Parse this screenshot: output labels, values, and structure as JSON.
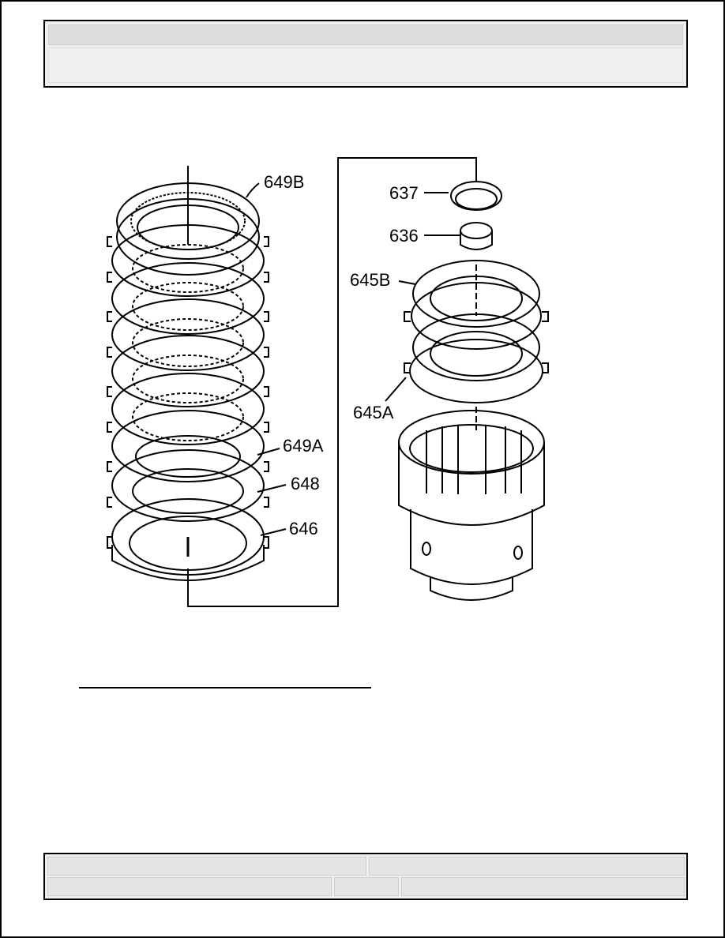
{
  "diagram": {
    "labels": {
      "l649B": "649B",
      "l649A": "649A",
      "l648": "648",
      "l646": "646",
      "l637": "637",
      "l636": "636",
      "l645B": "645B",
      "l645A": "645A"
    }
  }
}
